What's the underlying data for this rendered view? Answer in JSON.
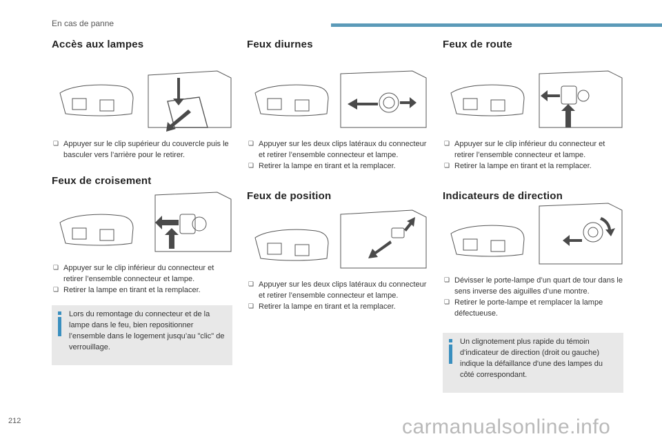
{
  "header": {
    "section": "En cas de panne"
  },
  "page_number": "212",
  "watermark": "carmanualsonline.info",
  "sections": {
    "acces": {
      "title": "Accès aux lampes",
      "steps": [
        "Appuyer sur le clip supérieur du couvercle puis le basculer vers l’arrière pour le retirer."
      ]
    },
    "croisement": {
      "title": "Feux de croisement",
      "steps": [
        "Appuyer sur le clip inférieur du connecteur et retirer l’ensemble connecteur et lampe.",
        "Retirer la lampe en tirant et la remplacer."
      ],
      "info": "Lors du remontage du connecteur et de la lampe dans le feu, bien repositionner l’ensemble dans le logement jusqu’au \"clic\" de verrouillage."
    },
    "diurnes": {
      "title": "Feux diurnes",
      "steps": [
        "Appuyer sur les deux clips latéraux du connecteur et retirer l’ensemble connecteur et lampe.",
        "Retirer la lampe en tirant et la remplacer."
      ]
    },
    "position": {
      "title": "Feux de position",
      "steps": [
        "Appuyer sur les deux clips latéraux du connecteur et retirer l’ensemble connecteur et lampe.",
        "Retirer la lampe en tirant et la remplacer."
      ]
    },
    "route": {
      "title": "Feux de route",
      "steps": [
        "Appuyer sur le clip inférieur du connecteur et retirer l’ensemble connecteur et lampe.",
        "Retirer la lampe en tirant et la remplacer."
      ]
    },
    "indicateurs": {
      "title": "Indicateurs de direction",
      "steps": [
        "Dévisser le porte-lampe d’un quart de tour dans le sens inverse des aiguilles d’une montre.",
        "Retirer le porte-lampe et remplacer la lampe défectueuse."
      ],
      "info": "Un clignotement plus rapide du témoin d'indicateur de direction (droit ou gauche) indique la défaillance d'une des lampes du côté correspondant."
    }
  },
  "colors": {
    "accent": "#5b9ab8",
    "info_bg": "#e8e8e8",
    "info_icon": "#3a8fbf",
    "arrow": "#4a4a4a"
  },
  "icons": {
    "bullet": "checkbox-bullet-icon",
    "info": "info-icon"
  }
}
